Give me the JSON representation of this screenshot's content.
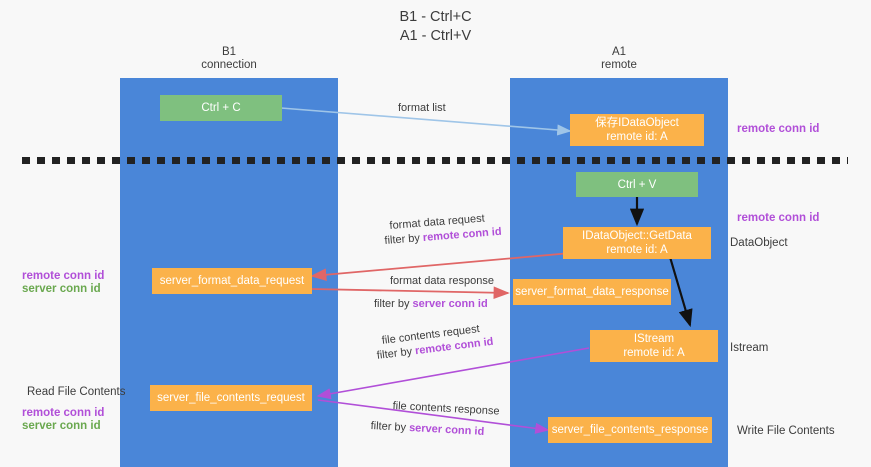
{
  "title": {
    "line1": "B1 - Ctrl+C",
    "line2": "A1 - Ctrl+V"
  },
  "columns": [
    {
      "name": "B1",
      "sub": "connection"
    },
    {
      "name": "A1",
      "sub": "remote"
    }
  ],
  "boxes": {
    "ctrl_c": "Ctrl + C",
    "ctrl_v": "Ctrl + V",
    "idataobject_title": "保存IDataObject",
    "idataobject_sub": "remote id: A",
    "getdata_title": "IDataObject::GetData",
    "getdata_sub": "remote id: A",
    "istream_title": "IStream",
    "istream_sub": "remote id: A",
    "server_format_data_request": "server_format_data_request",
    "server_format_data_response": "server_format_data_response",
    "server_file_contents_request": "server_file_contents_request",
    "server_file_contents_response": "server_file_contents_response"
  },
  "connections": {
    "format_list": "format list",
    "format_data_request": "format data request",
    "format_data_request_filter_prefix": "filter by ",
    "format_data_request_filter_key": "remote conn id",
    "format_data_response": "format data response",
    "format_data_response_filter_prefix": "filter by ",
    "format_data_response_filter_key": "server conn id",
    "file_contents_request": "file contents request",
    "file_contents_request_filter_prefix": "filter by ",
    "file_contents_request_filter_key": "remote conn id",
    "file_contents_response": "file contents response",
    "file_contents_response_filter_prefix": "filter by ",
    "file_contents_response_filter_key": "server conn id"
  },
  "side_labels": {
    "right_remote_conn_id_top": "remote conn id",
    "right_remote_conn_id_mid": "remote conn id",
    "right_dataobject": "DataObject",
    "right_istream": "Istream",
    "right_write_file_contents": "Write File Contents",
    "left_remote_conn_id_mid": "remote conn id",
    "left_server_conn_id_mid": "server conn id",
    "left_read_file_contents": "Read File Contents",
    "left_remote_conn_id_bottom": "remote conn id",
    "left_server_conn_id_bottom": "server conn id"
  },
  "colors": {
    "lane": "#4a86d8",
    "green_box": "#7fc07f",
    "orange_box": "#fbb24a",
    "purple_text": "#b14fd8",
    "green_text": "#6aa84f",
    "arrow_blue": "#9fc5e8",
    "arrow_red": "#e06666",
    "arrow_magenta": "#b14fd8",
    "arrow_black": "#000000",
    "background": "#f8f8f8"
  }
}
